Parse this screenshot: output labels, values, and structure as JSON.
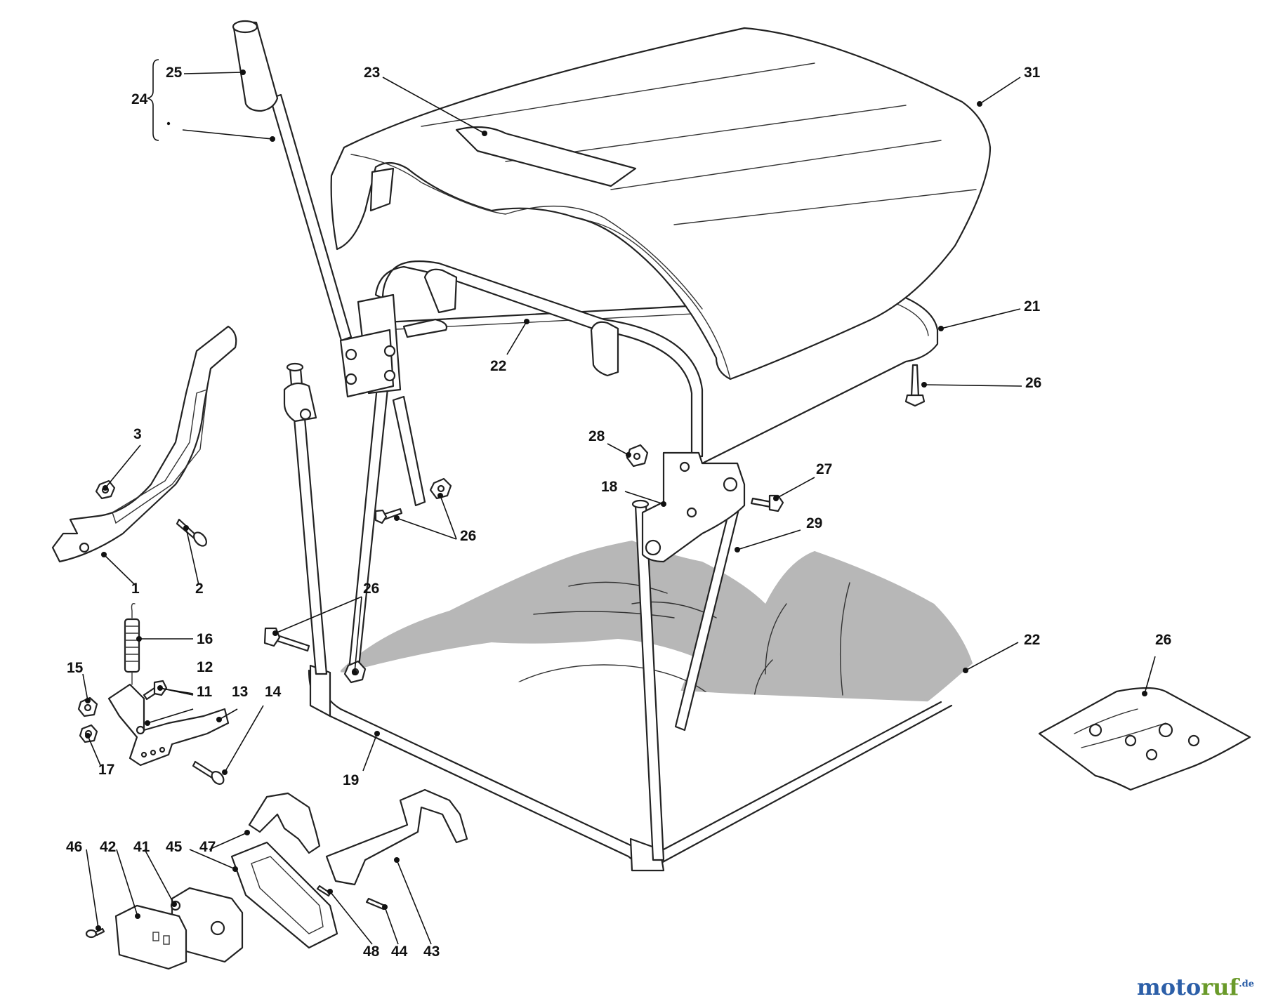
{
  "callouts": [
    {
      "id": "c1",
      "label": "1"
    },
    {
      "id": "c2",
      "label": "2"
    },
    {
      "id": "c3",
      "label": "3"
    },
    {
      "id": "c11",
      "label": "11"
    },
    {
      "id": "c12",
      "label": "12"
    },
    {
      "id": "c13",
      "label": "13"
    },
    {
      "id": "c14",
      "label": "14"
    },
    {
      "id": "c15",
      "label": "15"
    },
    {
      "id": "c16",
      "label": "16"
    },
    {
      "id": "c17",
      "label": "17"
    },
    {
      "id": "c18",
      "label": "18"
    },
    {
      "id": "c19",
      "label": "19"
    },
    {
      "id": "c21",
      "label": "21"
    },
    {
      "id": "c22a",
      "label": "22"
    },
    {
      "id": "c22b",
      "label": "22"
    },
    {
      "id": "c23",
      "label": "23"
    },
    {
      "id": "c24",
      "label": "24"
    },
    {
      "id": "c25",
      "label": "25"
    },
    {
      "id": "c26a",
      "label": "26"
    },
    {
      "id": "c26b",
      "label": "26"
    },
    {
      "id": "c26c",
      "label": "26"
    },
    {
      "id": "c26d",
      "label": "26"
    },
    {
      "id": "c27",
      "label": "27"
    },
    {
      "id": "c28",
      "label": "28"
    },
    {
      "id": "c29",
      "label": "29"
    },
    {
      "id": "c31",
      "label": "31"
    },
    {
      "id": "c41",
      "label": "41"
    },
    {
      "id": "c42",
      "label": "42"
    },
    {
      "id": "c43",
      "label": "43"
    },
    {
      "id": "c44",
      "label": "44"
    },
    {
      "id": "c45",
      "label": "45"
    },
    {
      "id": "c46",
      "label": "46"
    },
    {
      "id": "c47",
      "label": "47"
    },
    {
      "id": "c48",
      "label": "48"
    }
  ],
  "watermark": {
    "part1": "moto",
    "part2": "ruf",
    "part3": ".de"
  },
  "colors": {
    "bag_fill": "#b7b7b7",
    "line": "#222222",
    "brand_blue": "#2c5fa8",
    "brand_green": "#6a9a2a"
  }
}
